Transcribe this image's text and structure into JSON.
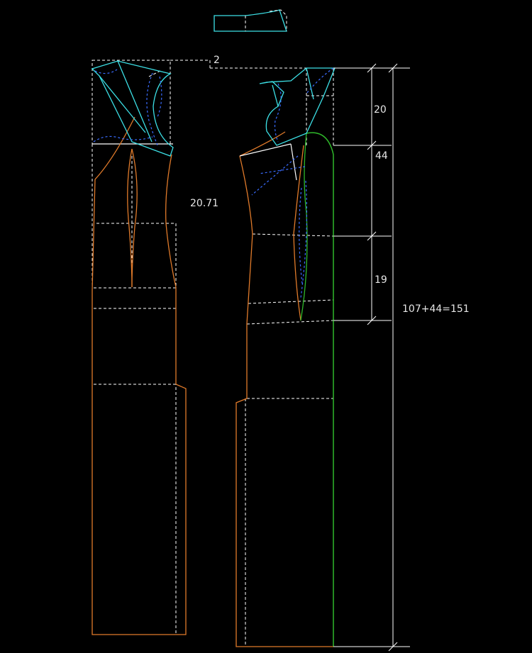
{
  "colors": {
    "background": "#000000",
    "guide": "#ffffff",
    "outline": "#e07a2a",
    "bodice": "#3ce0e6",
    "dart": "#3a6cff",
    "center_front": "#2fb82a",
    "text": "#e6e6e6"
  },
  "labels": {
    "offset": "2",
    "width_measure": "20.71",
    "shoulder_to_bust": "20",
    "bust_to_waist": "44",
    "waist_to_hip": "19",
    "total_length": "107+44=151"
  }
}
